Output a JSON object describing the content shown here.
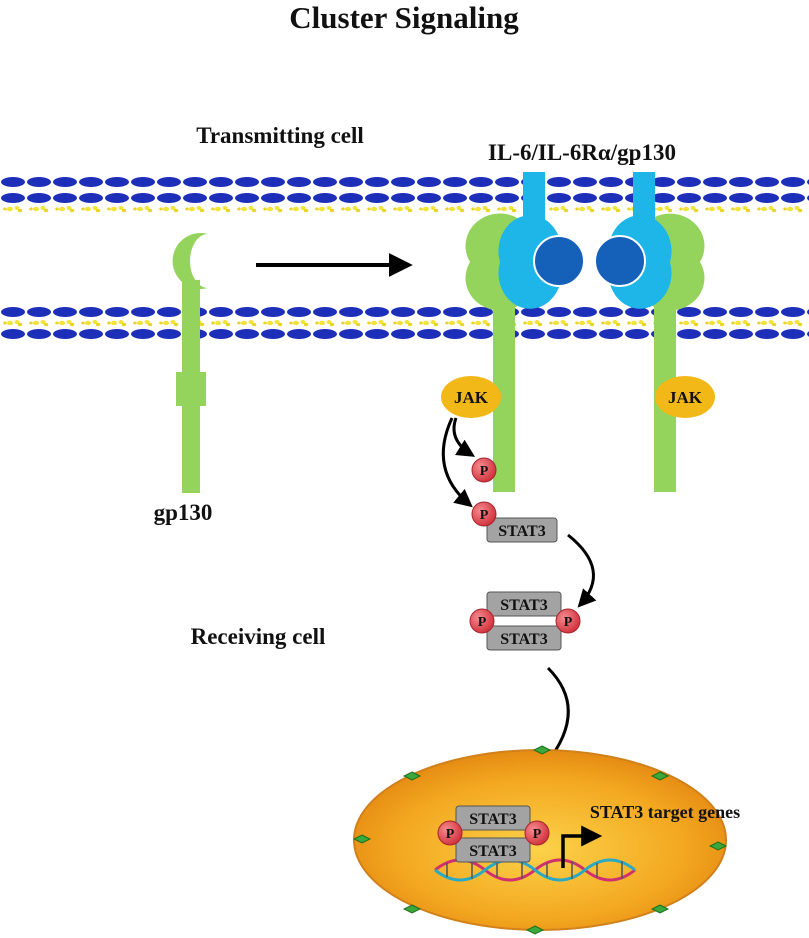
{
  "title": "Cluster Signaling",
  "labels": {
    "transmitting_cell": "Transmitting cell",
    "receiving_cell": "Receiving cell",
    "complex": "IL-6/IL-6Rα/gp130",
    "gp130": "gp130",
    "target_genes": "STAT3 target genes"
  },
  "molecules": {
    "jak": "JAK",
    "phospho": "P",
    "stat3": "STAT3"
  },
  "colors": {
    "membrane_blue": "#1d2fb8",
    "membrane_yellow": "#f2e33a",
    "gp130_green": "#95d45c",
    "il6r_cyan": "#1eb6e8",
    "il6_blue": "#1560b8",
    "jak_orange": "#f2b818",
    "phospho_red": "#e2464f",
    "stat3_gray": "#a3a3a3",
    "nucleus_orange": "#f0a120",
    "dna_pink": "#d03070",
    "dna_teal": "#2aa9c4"
  }
}
